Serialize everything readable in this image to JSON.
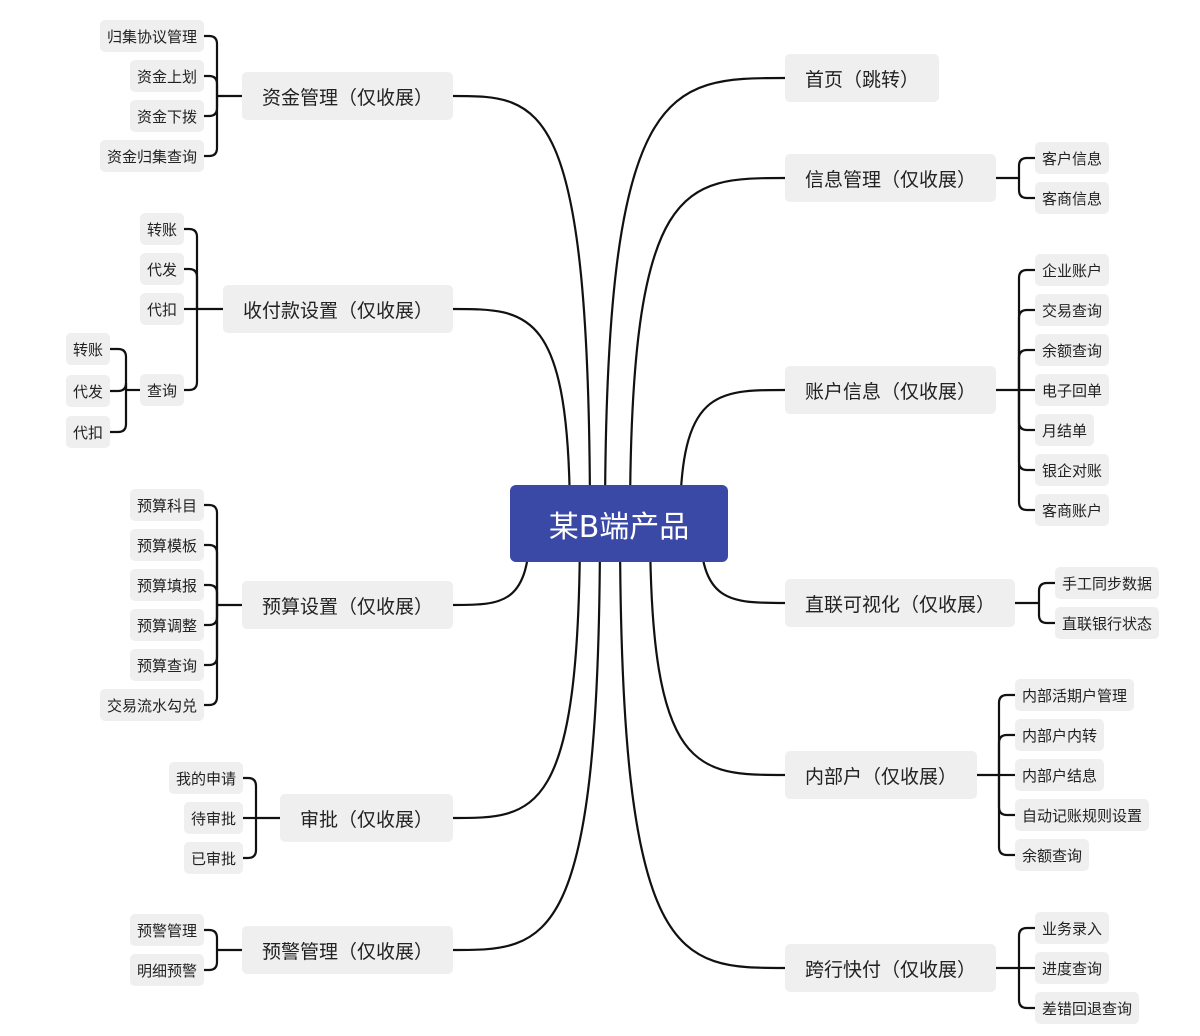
{
  "center": {
    "label": "某B端产品",
    "color": "#3a48a6"
  },
  "right": [
    {
      "label": "首页（跳转）",
      "children": []
    },
    {
      "label": "信息管理（仅收展）",
      "children": [
        {
          "label": "客户信息"
        },
        {
          "label": "客商信息"
        }
      ]
    },
    {
      "label": "账户信息（仅收展）",
      "children": [
        {
          "label": "企业账户"
        },
        {
          "label": "交易查询"
        },
        {
          "label": "余额查询"
        },
        {
          "label": "电子回单"
        },
        {
          "label": "月结单"
        },
        {
          "label": "银企对账"
        },
        {
          "label": "客商账户"
        }
      ]
    },
    {
      "label": "直联可视化（仅收展）",
      "children": [
        {
          "label": "手工同步数据"
        },
        {
          "label": "直联银行状态"
        }
      ]
    },
    {
      "label": "内部户（仅收展）",
      "children": [
        {
          "label": "内部活期户管理"
        },
        {
          "label": "内部户内转"
        },
        {
          "label": "内部户结息"
        },
        {
          "label": "自动记账规则设置"
        },
        {
          "label": "余额查询"
        }
      ]
    },
    {
      "label": "跨行快付（仅收展）",
      "children": [
        {
          "label": "业务录入"
        },
        {
          "label": "进度查询"
        },
        {
          "label": "差错回退查询"
        }
      ]
    }
  ],
  "left": [
    {
      "label": "资金管理（仅收展）",
      "children": [
        {
          "label": "归集协议管理"
        },
        {
          "label": "资金上划"
        },
        {
          "label": "资金下拨"
        },
        {
          "label": "资金归集查询"
        }
      ]
    },
    {
      "label": "收付款设置（仅收展）",
      "children": [
        {
          "label": "转账"
        },
        {
          "label": "代发"
        },
        {
          "label": "代扣"
        },
        {
          "label": "查询",
          "children": [
            {
              "label": "转账"
            },
            {
              "label": "代发"
            },
            {
              "label": "代扣"
            }
          ]
        }
      ]
    },
    {
      "label": "预算设置（仅收展）",
      "children": [
        {
          "label": "预算科目"
        },
        {
          "label": "预算模板"
        },
        {
          "label": "预算填报"
        },
        {
          "label": "预算调整"
        },
        {
          "label": "预算查询"
        },
        {
          "label": "交易流水勾兑"
        }
      ]
    },
    {
      "label": "审批（仅收展）",
      "children": [
        {
          "label": "我的申请"
        },
        {
          "label": "待审批"
        },
        {
          "label": "已审批"
        }
      ]
    },
    {
      "label": "预警管理（仅收展）",
      "children": [
        {
          "label": "预警管理"
        },
        {
          "label": "明细预警"
        }
      ]
    }
  ]
}
